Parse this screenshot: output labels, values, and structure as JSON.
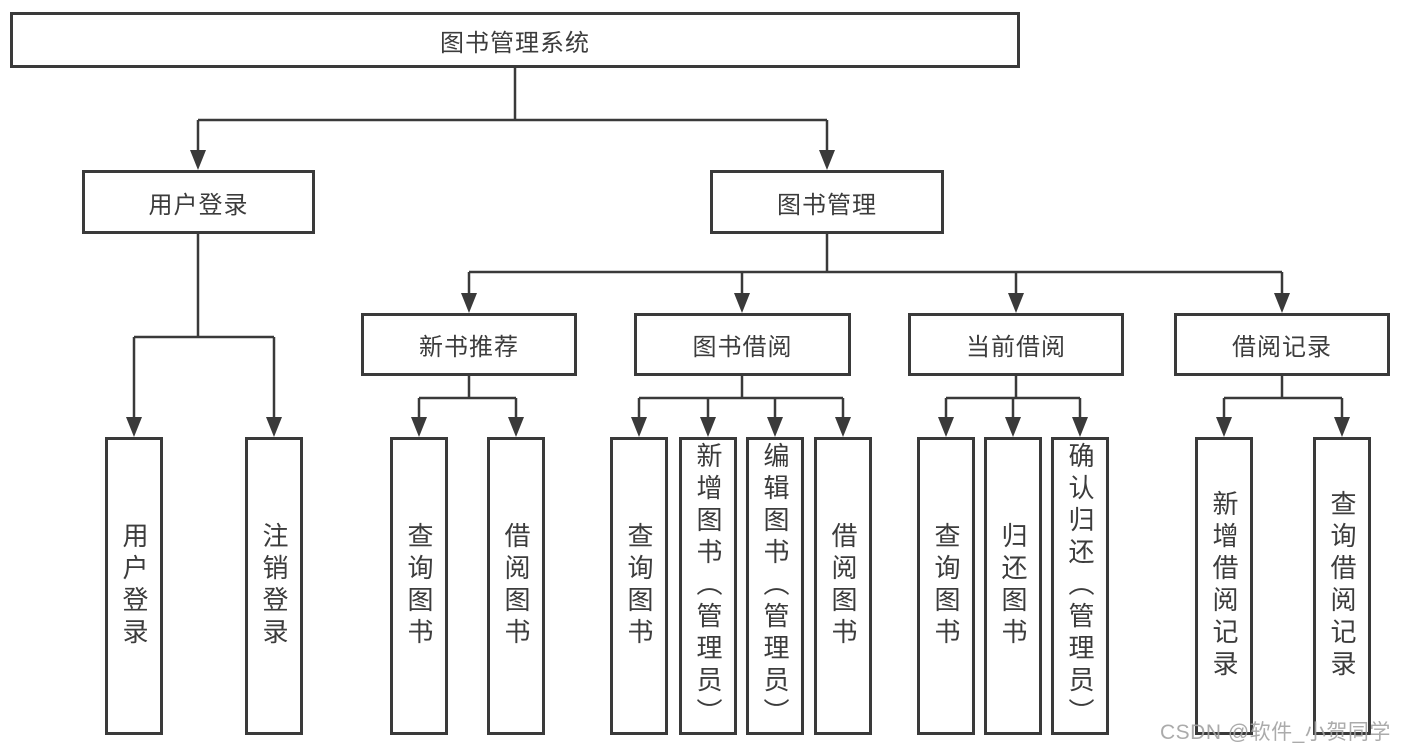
{
  "diagram_type": "hierarchy",
  "tree": {
    "root": {
      "label": "图书管理系统"
    },
    "branches": [
      {
        "label": "用户登录",
        "children": [
          {
            "label": "用户登录"
          },
          {
            "label": "注销登录"
          }
        ]
      },
      {
        "label": "图书管理",
        "children": [
          {
            "label": "新书推荐",
            "children": [
              {
                "label": "查询图书"
              },
              {
                "label": "借阅图书"
              }
            ]
          },
          {
            "label": "图书借阅",
            "children": [
              {
                "label": "查询图书"
              },
              {
                "label": "新增图书（管理员）"
              },
              {
                "label": "编辑图书（管理员）"
              },
              {
                "label": "借阅图书"
              }
            ]
          },
          {
            "label": "当前借阅",
            "children": [
              {
                "label": "查询图书"
              },
              {
                "label": "归还图书"
              },
              {
                "label": "确认归还（管理员）"
              }
            ]
          },
          {
            "label": "借阅记录",
            "children": [
              {
                "label": "新增借阅记录"
              },
              {
                "label": "查询借阅记录"
              }
            ]
          }
        ]
      }
    ]
  },
  "watermark": {
    "text": "CSDN @软件_小贺同学"
  },
  "colors": {
    "line": "#3a3a3a",
    "text": "#3c3c3c",
    "box_background": "#ffffff",
    "watermark_text": "#a3a3a3",
    "background": "#ffffff"
  }
}
